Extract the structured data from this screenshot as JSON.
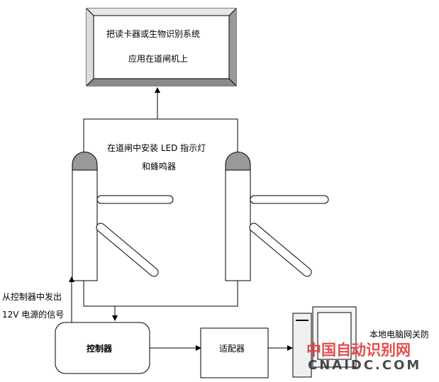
{
  "reader_box": {
    "line1": "把读卡器或生物识别系统",
    "line2": "应用在道闸机上"
  },
  "gate_label": {
    "line1": "在道闸中安装 LED 指示灯",
    "line2": "和蜂鸣器"
  },
  "signal_label": {
    "line1": "从控制器中发出",
    "line2": "12V 电源的信号"
  },
  "controller_label": "控制器",
  "adapter_label": "适配器",
  "pc_label": "本地电脑网关防",
  "watermark": {
    "line1": "中国自动识别网",
    "line2": "CNAIDC.COM"
  }
}
